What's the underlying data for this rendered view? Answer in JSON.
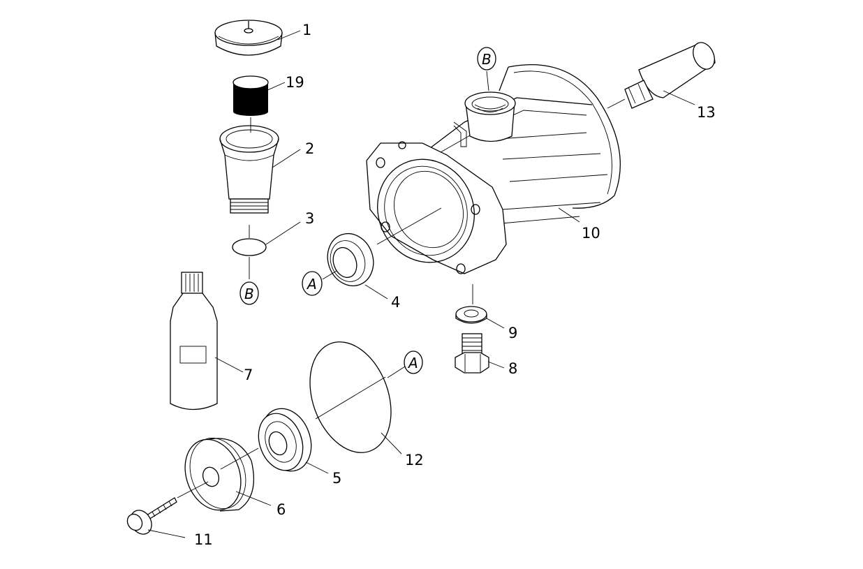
{
  "parts": [
    {
      "id": "part-1",
      "label": "1"
    },
    {
      "id": "part-19",
      "label": "19"
    },
    {
      "id": "part-2",
      "label": "2"
    },
    {
      "id": "part-3",
      "label": "3"
    },
    {
      "id": "part-4",
      "label": "4"
    },
    {
      "id": "part-5",
      "label": "5"
    },
    {
      "id": "part-6",
      "label": "6"
    },
    {
      "id": "part-7",
      "label": "7"
    },
    {
      "id": "part-8",
      "label": "8"
    },
    {
      "id": "part-9",
      "label": "9"
    },
    {
      "id": "part-10",
      "label": "10"
    },
    {
      "id": "part-11",
      "label": "11"
    },
    {
      "id": "part-12",
      "label": "12"
    },
    {
      "id": "part-13",
      "label": "13"
    }
  ],
  "refs": {
    "a": "A",
    "b": "B"
  }
}
